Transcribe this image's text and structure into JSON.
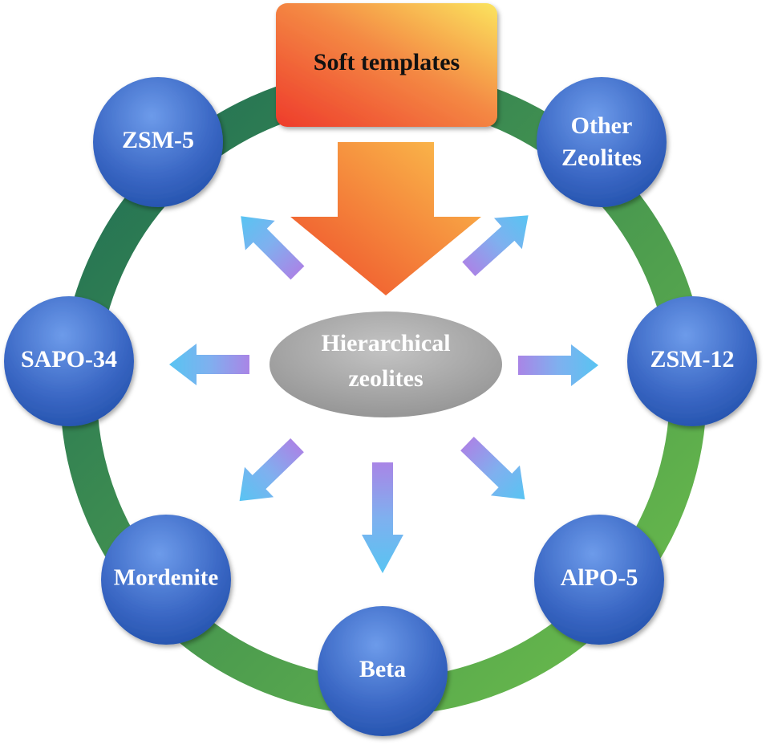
{
  "colors": {
    "ring_start": "#1d6b55",
    "ring_end": "#6fc04a",
    "node_fill_top": "#5f8ee0",
    "node_fill_bottom": "#1f4ea8",
    "template_box_start": "#ee3b2b",
    "template_box_end": "#fbe45e",
    "center_ellipse": "#a7a7a7",
    "arrow_light": "#58c4f2",
    "arrow_purple": "#a985e6"
  },
  "header": {
    "template_label": "Soft templates"
  },
  "center": {
    "line1": "Hierarchical",
    "line2": "zeolites"
  },
  "nodes": {
    "zsm5": {
      "line1": "ZSM-5"
    },
    "other": {
      "line1": "Other",
      "line2": "Zeolites"
    },
    "sapo34": {
      "line1": "SAPO-34"
    },
    "zsm12": {
      "line1": "ZSM-12"
    },
    "mordenite": {
      "line1": "Mordenite"
    },
    "alpo5": {
      "line1": "AlPO-5"
    },
    "beta": {
      "line1": "Beta"
    }
  }
}
